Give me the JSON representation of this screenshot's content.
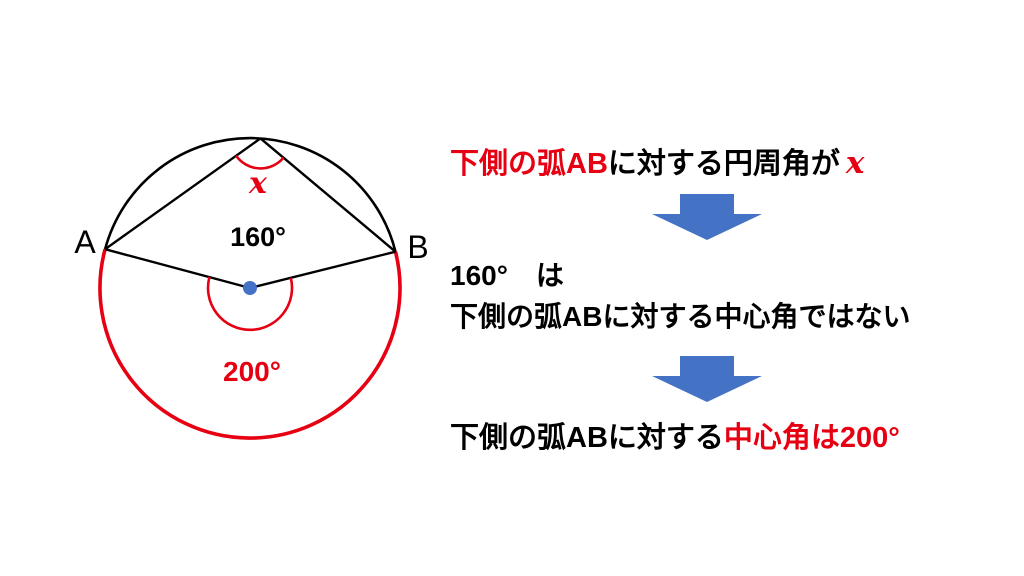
{
  "colors": {
    "red": "#e60012",
    "blue": "#4472c4",
    "black": "#000000",
    "background": "#ffffff"
  },
  "diagram": {
    "point_a_label": "A",
    "point_b_label": "B",
    "inscribed_angle_label": "x",
    "central_angle_label": "160°",
    "reflex_central_angle_label": "200°"
  },
  "annotations": {
    "line1": {
      "red_part": "下側の弧AB",
      "black_part": "に対する円周角が",
      "math_part": "x"
    },
    "line2": "160°　は",
    "line3": "下側の弧ABに対する中心角ではない",
    "line4": {
      "black_part": "下側の弧ABに対する",
      "red_part": "中心角は200°"
    }
  }
}
